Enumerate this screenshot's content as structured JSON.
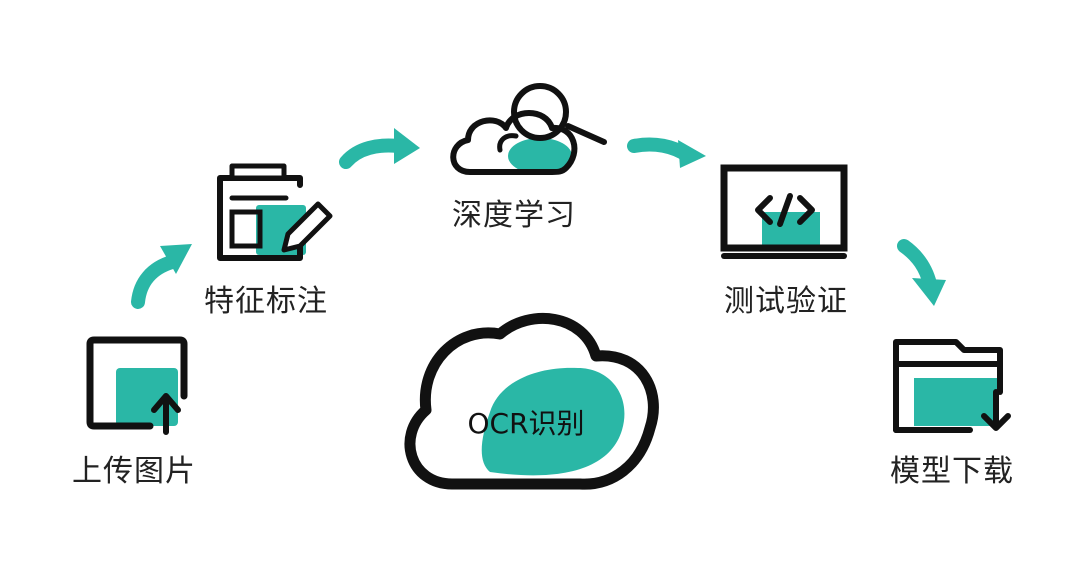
{
  "colors": {
    "accent": "#2ab7a6",
    "stroke": "#111111",
    "text": "#222222",
    "background": "#ffffff"
  },
  "center": {
    "label": "OCR识别",
    "icon": "cloud-icon"
  },
  "steps": [
    {
      "label": "上传图片",
      "icon": "upload-image-icon"
    },
    {
      "label": "特征标注",
      "icon": "annotate-icon"
    },
    {
      "label": "深度学习",
      "icon": "cloud-search-icon"
    },
    {
      "label": "测试验证",
      "icon": "code-monitor-icon"
    },
    {
      "label": "模型下载",
      "icon": "folder-download-icon"
    }
  ],
  "arrows": [
    "curved-arrow-icon",
    "curved-arrow-icon",
    "curved-arrow-icon",
    "curved-arrow-icon"
  ]
}
